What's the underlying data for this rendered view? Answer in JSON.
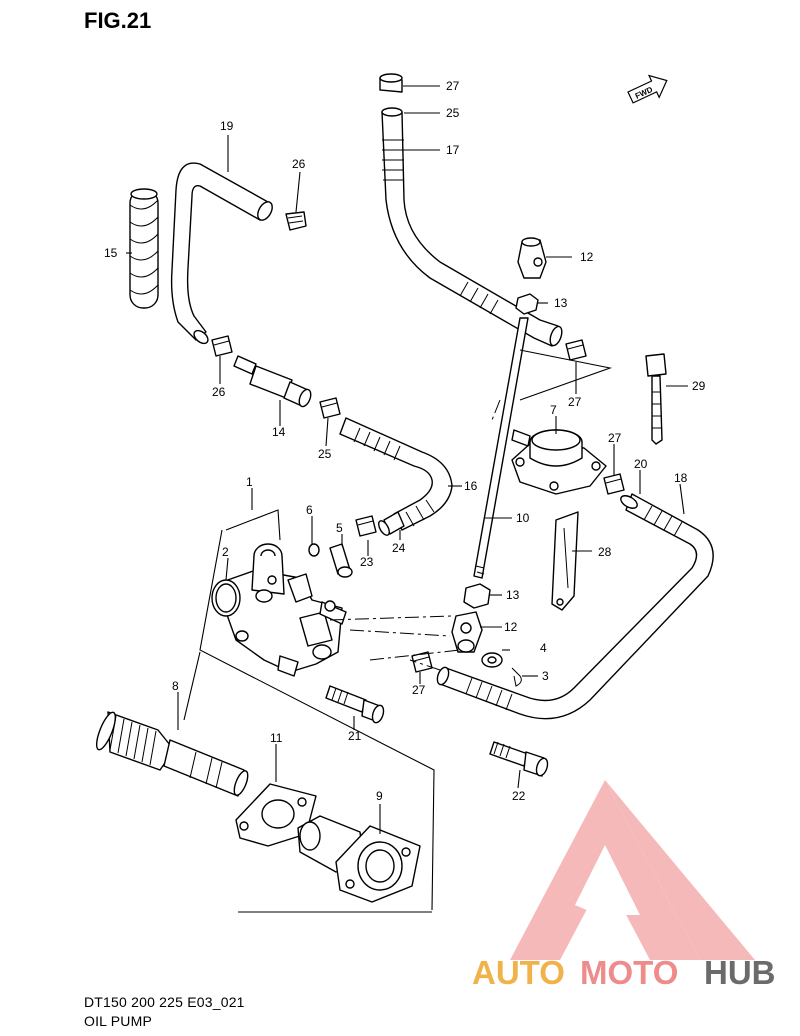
{
  "figure": {
    "title": "FIG.21"
  },
  "footer": {
    "model_code": "DT150 200 225 E03_021",
    "section_name": "OIL PUMP"
  },
  "direction_badge": "FWD",
  "watermark": {
    "text_parts": [
      "AUTO",
      "MOTO",
      "HUB"
    ],
    "colors": {
      "auto": "#f2b24a",
      "moto": "#ee8b8b",
      "hub": "#6b6b6b",
      "triangle": "#f08080"
    }
  },
  "callouts": [
    "1",
    "2",
    "3",
    "4",
    "5",
    "6",
    "7",
    "8",
    "9",
    "10",
    "11",
    "12",
    "12",
    "13",
    "13",
    "14",
    "15",
    "16",
    "17",
    "18",
    "19",
    "20",
    "21",
    "22",
    "23",
    "24",
    "25",
    "25",
    "26",
    "26",
    "27",
    "27",
    "27",
    "27",
    "28",
    "29"
  ]
}
